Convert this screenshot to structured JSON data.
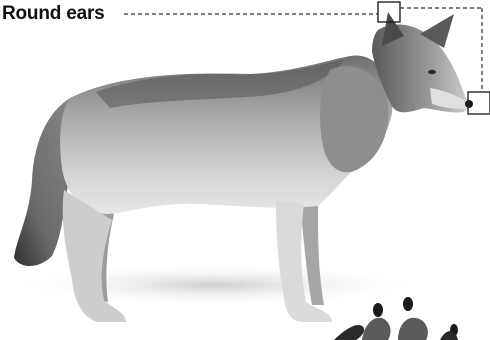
{
  "diagram": {
    "callouts": [
      {
        "label": "Round ears",
        "target": "ear"
      },
      {
        "label": "",
        "target": "nose"
      }
    ],
    "subject_icon": "wolf-illustration",
    "footprint_icon": "paw-print-icon",
    "colors": {
      "leader_line": "#333333",
      "label_text": "#111111",
      "fur_dark": "#3e3e3e",
      "fur_mid": "#8a8a8a",
      "fur_light": "#d8d8d8",
      "background": "#ffffff"
    }
  }
}
